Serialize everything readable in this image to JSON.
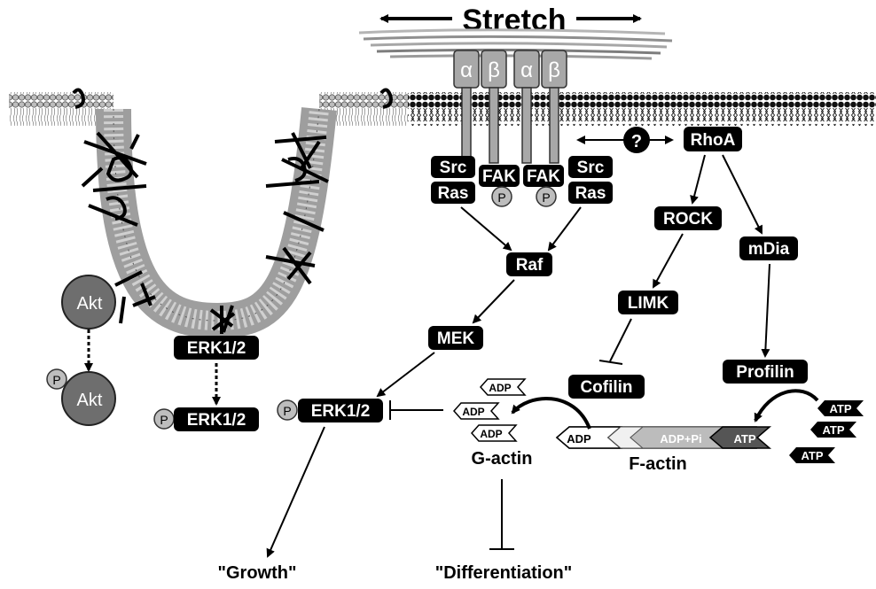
{
  "header": {
    "stretch": "Stretch"
  },
  "integrins": [
    "α",
    "β",
    "α",
    "β"
  ],
  "badges": {
    "phospho": "P",
    "question": "?"
  },
  "left": {
    "akt": "Akt",
    "erk_caveola": "ERK1/2",
    "erk_phospho": "ERK1/2"
  },
  "kinases": {
    "src1": "Src",
    "ras1": "Ras",
    "fak1": "FAK",
    "fak2": "FAK",
    "src2": "Src",
    "ras2": "Ras",
    "raf": "Raf",
    "mek": "MEK",
    "erk": "ERK1/2"
  },
  "rho": {
    "rhoa": "RhoA",
    "rock": "ROCK",
    "mdia": "mDia",
    "limk": "LIMK",
    "cofilin": "Cofilin",
    "profilin": "Profilin"
  },
  "actin": {
    "adp": "ADP",
    "adp_pi": "ADP+Pi",
    "atp": "ATP",
    "g_actin": "G-actin",
    "f_actin": "F-actin"
  },
  "outcomes": {
    "growth": "\"Growth\"",
    "differentiation": "\"Differentiation\""
  }
}
